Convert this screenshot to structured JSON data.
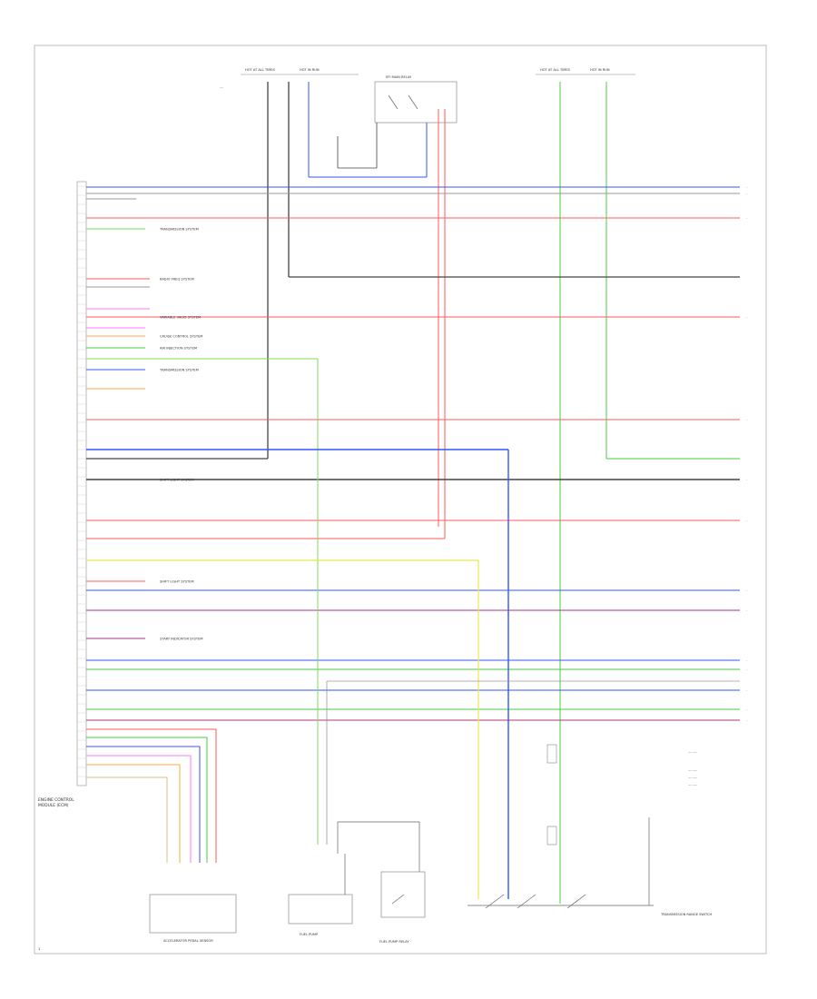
{
  "diagram": {
    "footer_code": "1",
    "wire_colors": {
      "blue": "#3355ff",
      "red": "#ff5a5a",
      "black": "#444444",
      "gray": "#9a9a9a",
      "green": "#44cc44",
      "lightgreen": "#7ddc55",
      "yellow": "#e8e84a",
      "purple": "#aa3388",
      "pink": "#ff77ff",
      "orange": "#ffaa44",
      "tan": "#d8c080"
    },
    "ecm_label": [
      "ENGINE CONTROL",
      "MODULE (ECM)"
    ],
    "top_fuse_labels": [
      "HOT AT ALL TIMES",
      "HOT IN RUN"
    ],
    "rhs_fuse_labels": [
      "HOT AT ALL TIMES",
      "HOT IN RUN"
    ],
    "relay_label": "EFI MAIN RELAY",
    "bottom_labels": {
      "sensor": "ACCELERATOR PEDAL SENSOR",
      "fuel_pump": "FUEL PUMP",
      "fuel_relay": "FUEL PUMP RELAY",
      "trans": "TRANSMISSION RANGE SWITCH"
    },
    "side_notes": [
      "TRANSMISSION SYSTEM",
      "RADIO FREQ SYSTEM",
      "VARIABLE VALVE SYSTEM",
      "CRUISE CONTROL SYSTEM",
      "AIR INJECTION SYSTEM",
      "TRANSMISSION SYSTEM",
      "SHIFT LIGHT SYSTEM",
      "SHIFT LIGHT SYSTEM",
      "START INDICATOR SYSTEM"
    ]
  }
}
